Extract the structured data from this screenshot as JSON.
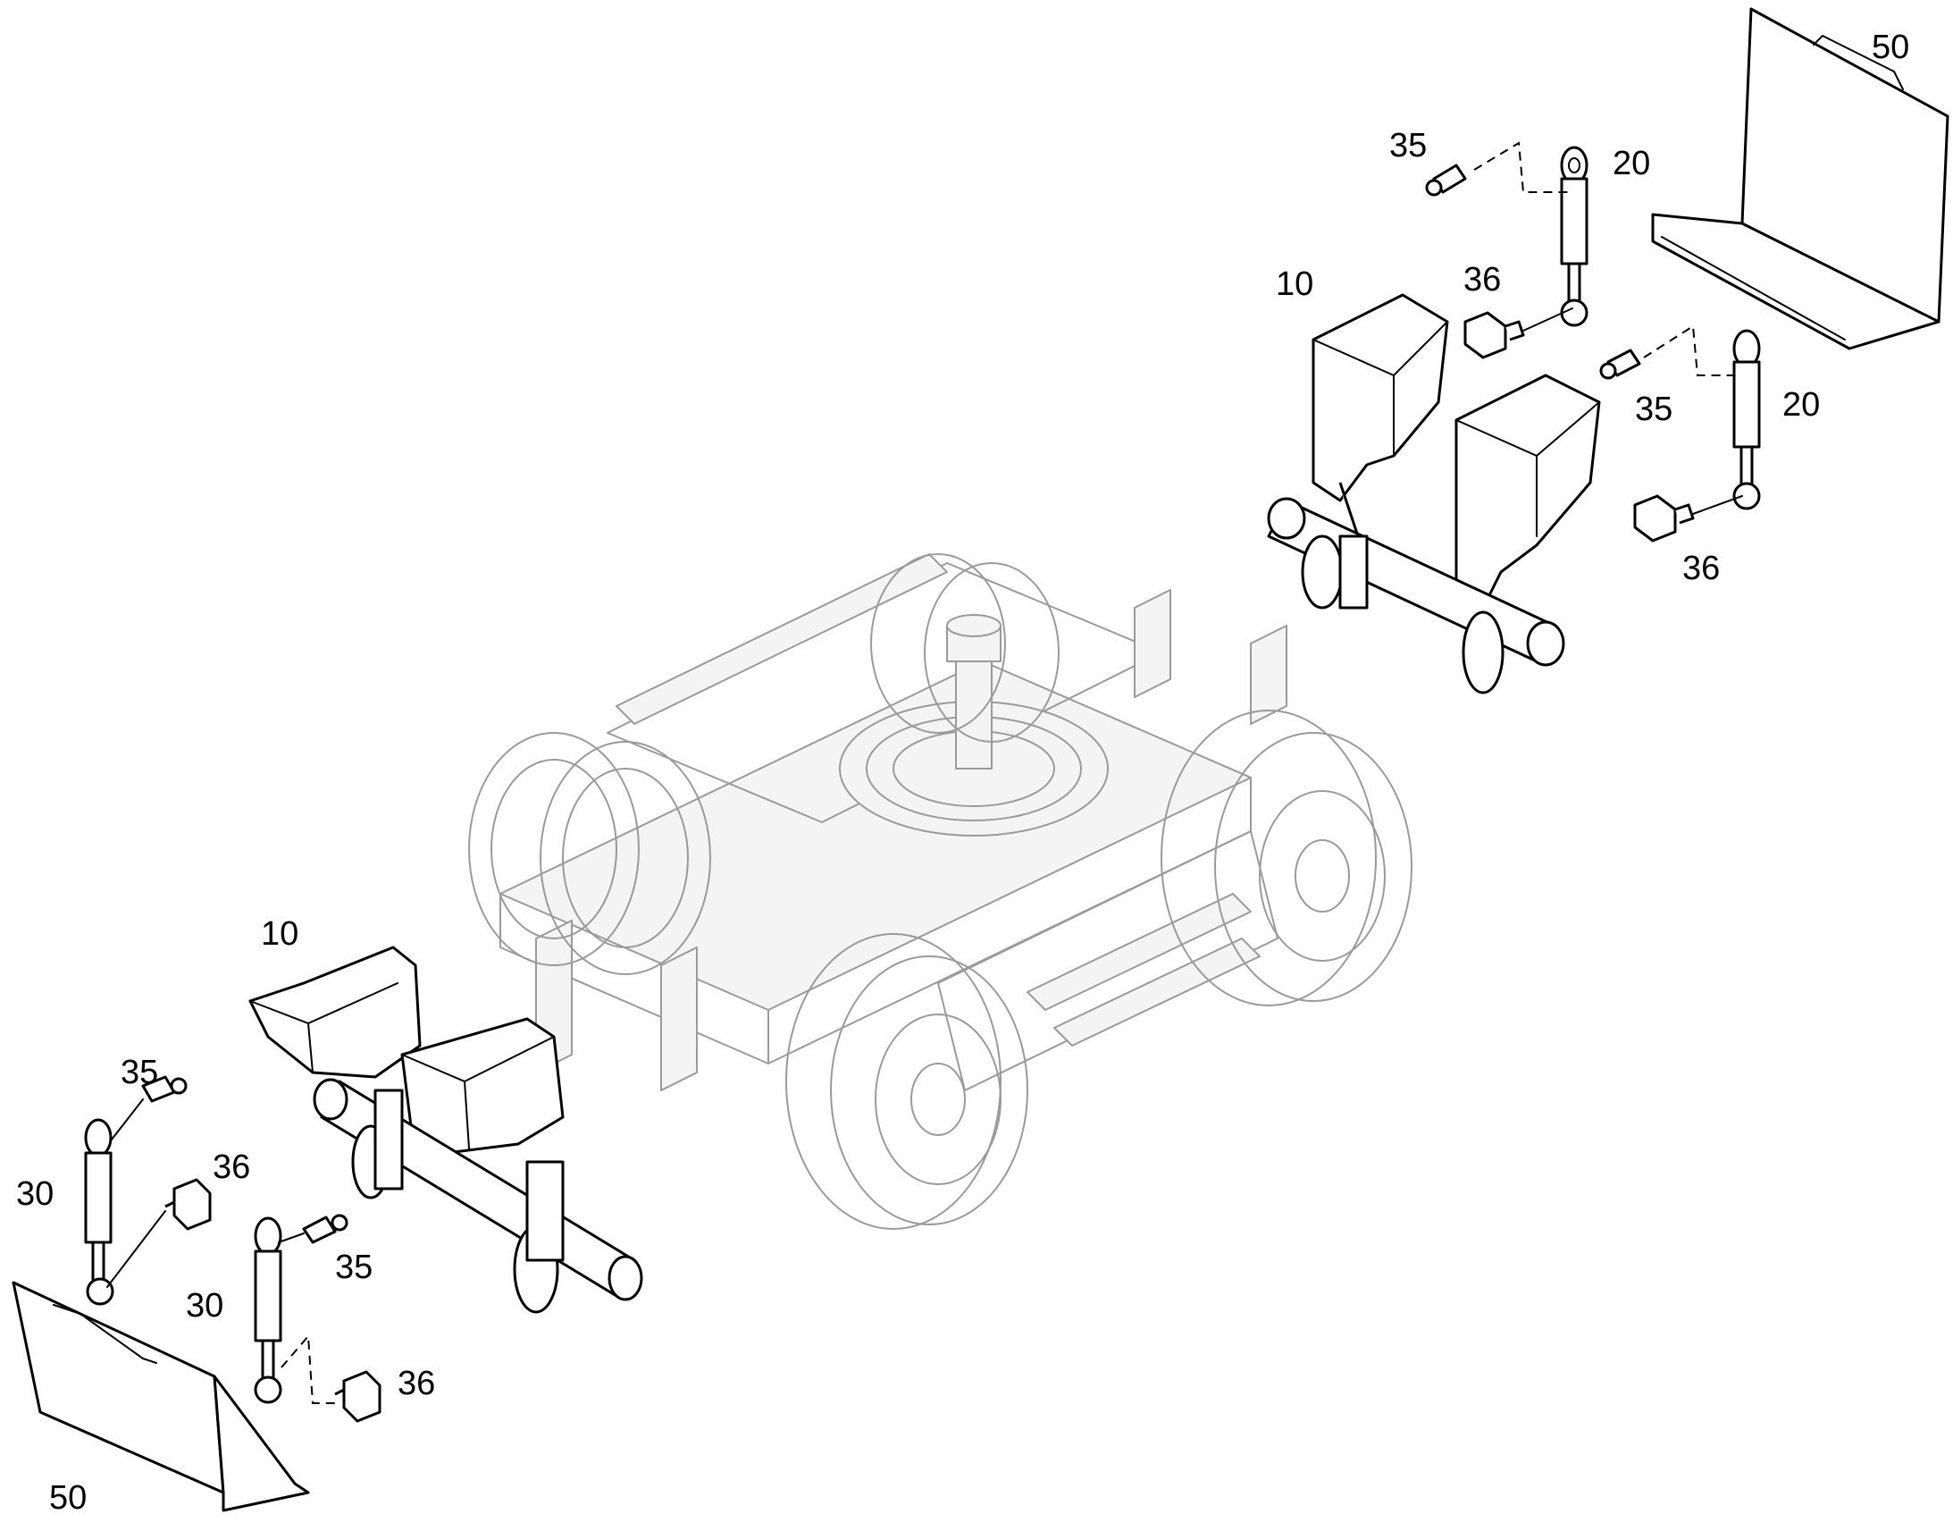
{
  "callouts": {
    "c50_top": "50",
    "c35_top": "35",
    "c20_top": "20",
    "c10_right": "10",
    "c36_top": "36",
    "c35_mid": "35",
    "c20_mid": "20",
    "c36_mid": "36",
    "c10_left": "10",
    "c35_left_top": "35",
    "c36_left": "36",
    "c30_left": "30",
    "c35_left_low": "35",
    "c30_low": "30",
    "c36_low": "36",
    "c50_bottom": "50"
  },
  "icons": [
    "chassis-drawing",
    "axle-bracket",
    "hydraulic-cylinder",
    "grease-nipple",
    "angle-fitting",
    "cover-plate"
  ]
}
